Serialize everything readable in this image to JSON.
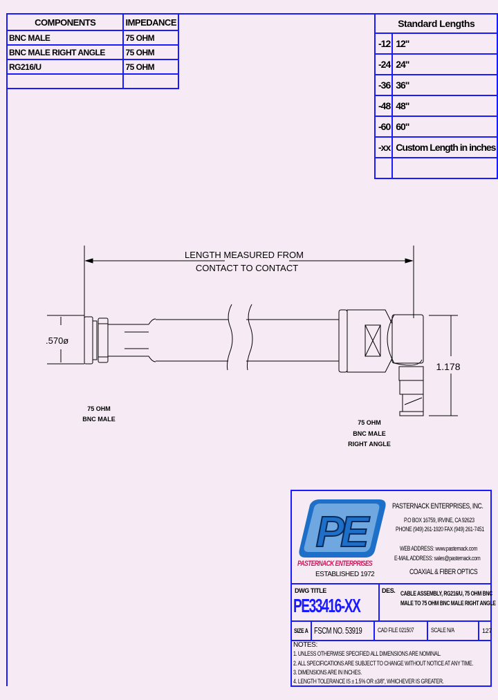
{
  "components_table": {
    "headers": [
      "COMPONENTS",
      "IMPEDANCE"
    ],
    "rows": [
      [
        "BNC MALE",
        "75 OHM"
      ],
      [
        "BNC MALE RIGHT ANGLE",
        "75 OHM"
      ],
      [
        "RG216/U",
        "75 OHM"
      ],
      [
        "",
        ""
      ]
    ]
  },
  "standard_lengths": {
    "header": "Standard Lengths",
    "rows": [
      [
        "-12",
        "12\""
      ],
      [
        "-24",
        "24\""
      ],
      [
        "-36",
        "36\""
      ],
      [
        "-48",
        "48\""
      ],
      [
        "-60",
        "60\""
      ],
      [
        "-xx",
        "Custom Length in inches"
      ],
      [
        "",
        ""
      ]
    ]
  },
  "drawing": {
    "length_label_1": "LENGTH MEASURED FROM",
    "length_label_2": "CONTACT TO CONTACT",
    "diameter": ".570ø",
    "height": "1.178",
    "left_connector": [
      "75 OHM",
      "BNC MALE"
    ],
    "right_connector": [
      "75 OHM",
      "BNC MALE",
      "RIGHT ANGLE"
    ]
  },
  "title_block": {
    "logo_text": "PE",
    "logo_brand": "PASTERNACK ENTERPRISES",
    "established": "ESTABLISHED 1972",
    "company": "PASTERNACK ENTERPRISES, INC.",
    "address": "P.O BOX 16759, IRVINE, CA 92623",
    "phone": "PHONE (949) 261-1920 FAX (949) 261-7451",
    "web": "WEB ADDRESS: www.pasternack.com",
    "email": "E-MAIL ADDRESS: sales@pasternack.com",
    "tagline": "COAXIAL & FIBER OPTICS",
    "dwg_title_label": "DWG TITLE",
    "part_number": "PE33416-XX",
    "des_label": "DES.",
    "description_1": "CABLE ASSEMBLY, RG216/U, 75 OHM BNC",
    "description_2": "MALE TO 75 OHM BNC MALE RIGHT ANGLE",
    "size": "SIZE  A",
    "fscm": "FSCM NO.  53919",
    "cad_file": "CAD FILE    021507",
    "scale": "SCALE  N/A",
    "sheet": "127",
    "notes_label": "NOTES:",
    "notes": [
      "1.  UNLESS OTHERWISE SPECIFIED ALL DIMENSIONS ARE NOMINAL.",
      "2.  ALL SPECIFICATIONS ARE SUBJECT TO CHANGE WITHOUT NOTICE AT ANY TIME.",
      "3.  DIMENSIONS ARE IN INCHES.",
      "4.  LENGTH TOLERANCE IS ± 1.5% OR ±3/8\", WHICHEVER IS GREATER."
    ],
    "colors": {
      "frame": "#1a1aff",
      "logo_blue": "#1e6fc8",
      "logo_light": "#6fa8e0",
      "brand_red": "#d4145a",
      "part_number": "#1a1aff"
    }
  }
}
